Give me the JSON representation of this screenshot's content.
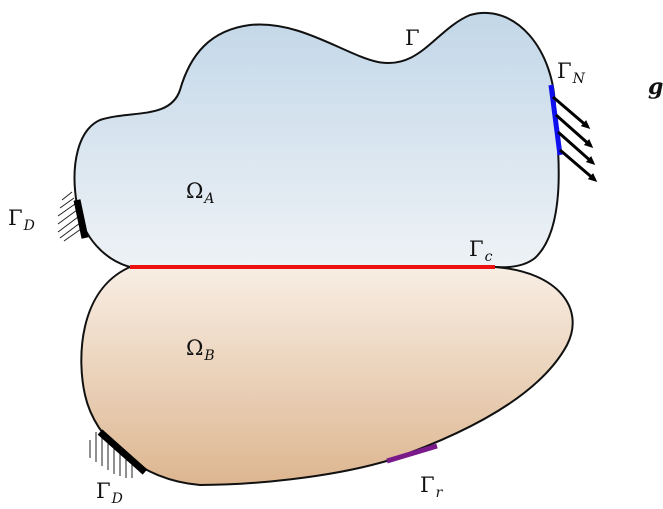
{
  "colors": {
    "domain_a_top": "#c2d7e8",
    "domain_a_bottom": "#eef2f6",
    "domain_b_top": "#f8eee4",
    "domain_b_bottom": "#ddb690",
    "outline": "#111111",
    "contact_boundary": "#ee1111",
    "neumann_boundary": "#1010ee",
    "robin_boundary": "#7a1a8a",
    "dirichlet_boundary": "#000000"
  },
  "labels": {
    "boundary": {
      "main": "Γ",
      "sub": ""
    },
    "neumann": {
      "main": "Γ",
      "sub": "N"
    },
    "dirichlet_a": {
      "main": "Γ",
      "sub": "D"
    },
    "contact": {
      "main": "Γ",
      "sub": "c"
    },
    "domain_a": {
      "main": "Ω",
      "sub": "A"
    },
    "domain_b": {
      "main": "Ω",
      "sub": "B"
    },
    "dirichlet_b": {
      "main": "Γ",
      "sub": "D"
    },
    "robin": {
      "main": "Γ",
      "sub": "r"
    },
    "traction": "g"
  },
  "icons": {
    "traction_arrows": "arrow-icon",
    "clamp_hatching": "hatch-icon"
  }
}
